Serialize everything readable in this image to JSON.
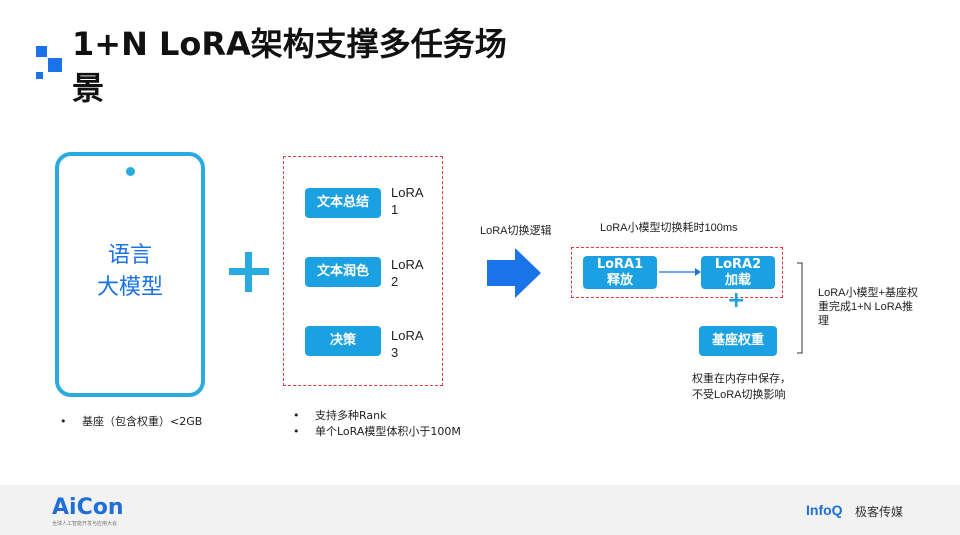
{
  "title": "1+N LoRA架构支撑多任务场景",
  "phone": {
    "label": "语言\n大模型"
  },
  "base_note": "基座（包含权重）<2GB",
  "tasks": [
    {
      "button": "文本总结",
      "lora": "LoRA\n1"
    },
    {
      "button": "文本润色",
      "lora": "LoRA\n2"
    },
    {
      "button": "决策",
      "lora": "LoRA\n3"
    }
  ],
  "task_notes": [
    "支持多种Rank",
    "单个LoRA模型体积小于100M"
  ],
  "switch_logic_label": "LoRA切换逻辑",
  "switch_time_label": "LoRA小模型切换耗时100ms",
  "flow": {
    "release": "LoRA1\n释放",
    "load": "LoRA2\n加载",
    "plus": "+",
    "base_weights": "基座权重"
  },
  "weights_note": "权重在内存中保存，\n不受LoRA切换影响",
  "inference_note": "LoRA小模型+基座权\n重完成1+N LoRA推\n理",
  "footer": {
    "aicon_logo": "AiCon",
    "aicon_sub": "全球人工智能开发与应用大会",
    "infoq": "InfoQ",
    "infoq_cn": "极客传媒"
  },
  "colors": {
    "accent": "#1ba1e2",
    "phone": "#29abe2",
    "dash": "#e53935",
    "title_square": "#1a73e8"
  }
}
